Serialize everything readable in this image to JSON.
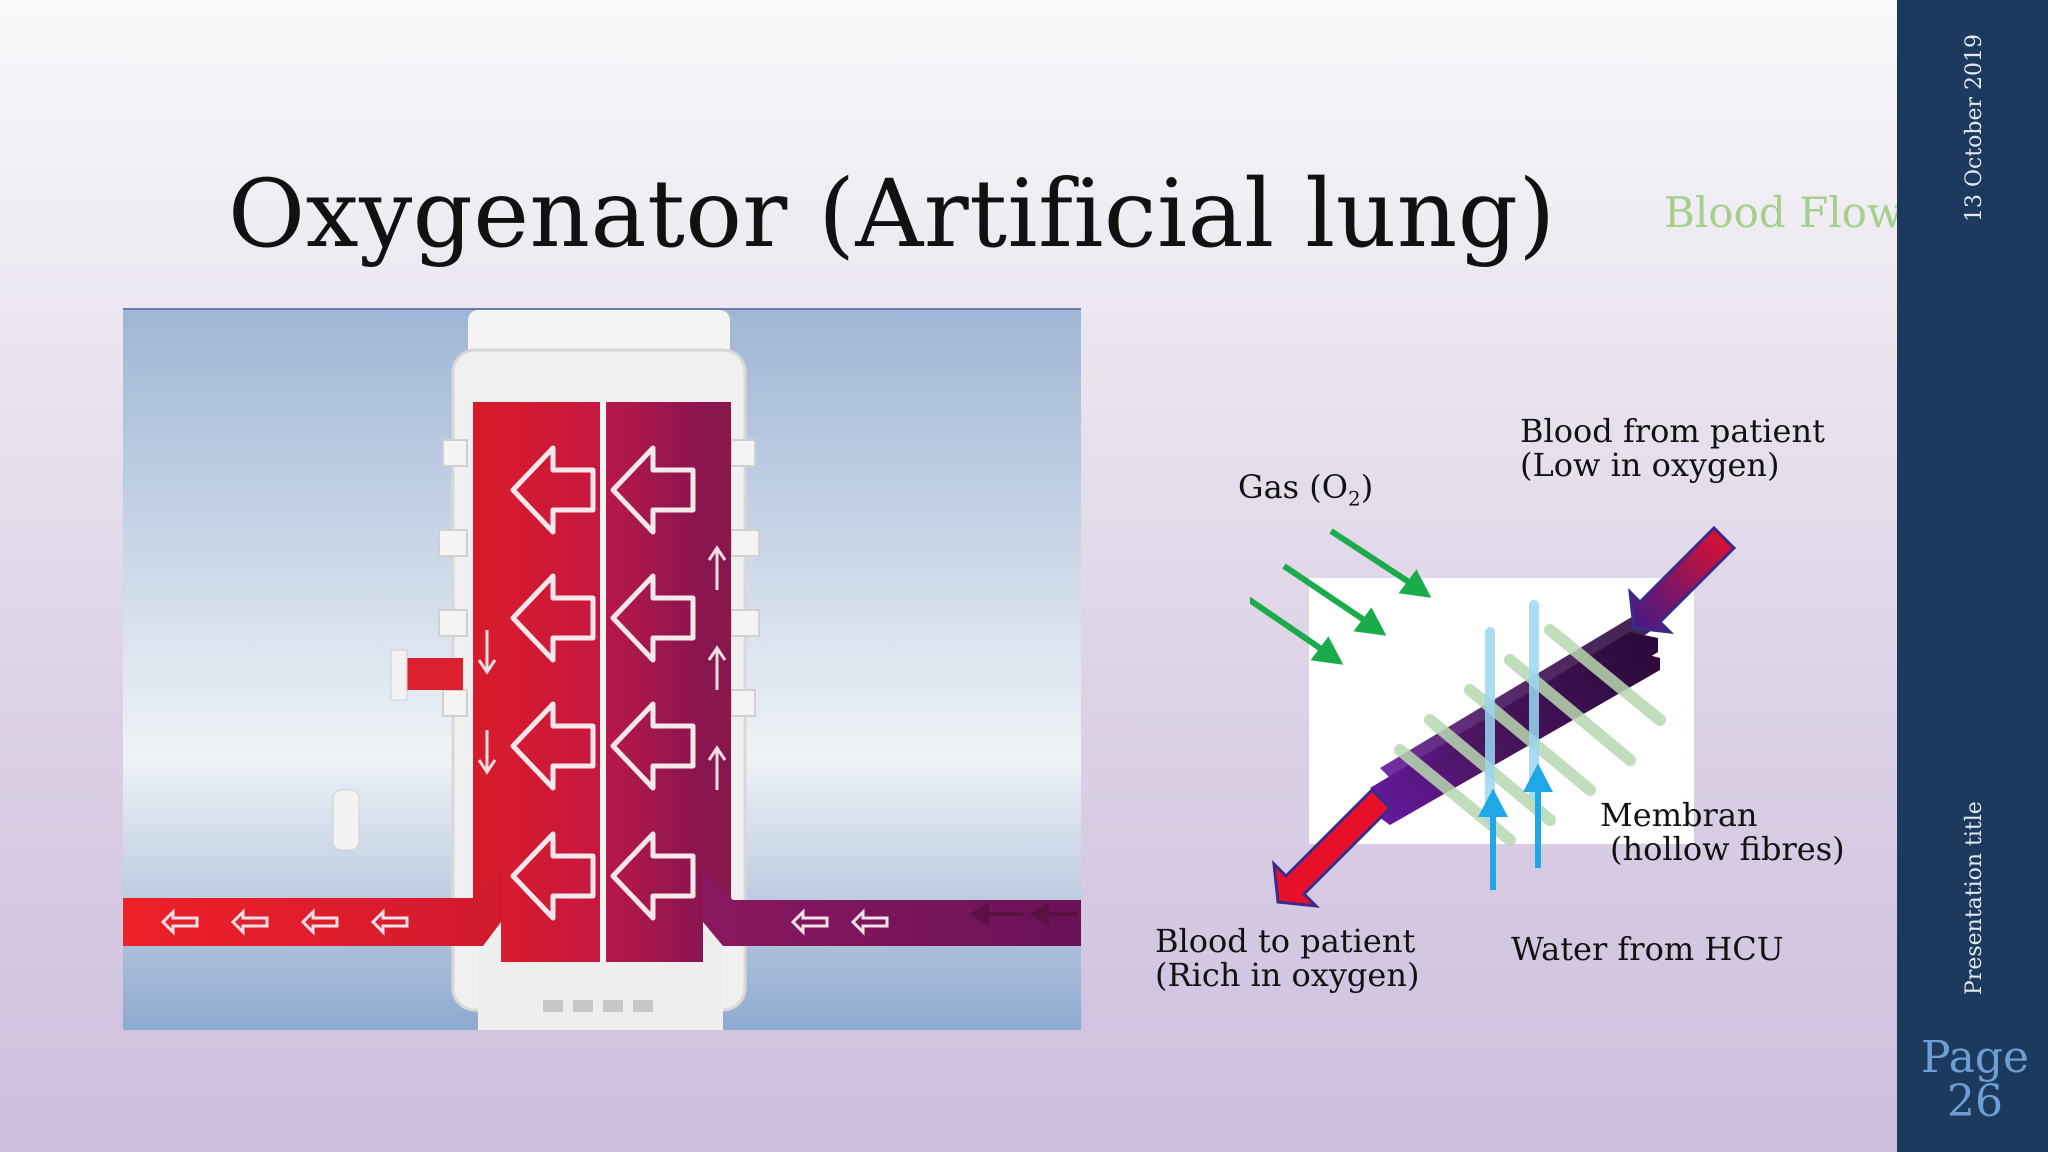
{
  "slide": {
    "title": "Oxygenator (Artificial lung)",
    "section": "Blood Flow",
    "date": "13 October 2019",
    "presentation_title": "Presentation title",
    "page_word": "Page",
    "page_number": "26"
  },
  "diagram": {
    "labels": {
      "gas_prefix": "Gas (O",
      "gas_subscript": "2",
      "gas_suffix": ")",
      "blood_from_line1": "Blood from patient",
      "blood_from_line2": "(Low in oxygen)",
      "membrane_line1": "Membran",
      "membrane_line2": "(hollow fibres)",
      "blood_to_line1": "Blood to patient",
      "blood_to_line2": "(Rich in oxygen)",
      "water": "Water from HCU"
    },
    "colors": {
      "gas_arrow": "#1aab4a",
      "water_arrow": "#1fa8e8",
      "blood_arrow": "#e8102a",
      "membrane": "#4a1560",
      "oxygenated_blood": "#c8163a",
      "deoxygenated_blood": "#6a1050"
    }
  }
}
